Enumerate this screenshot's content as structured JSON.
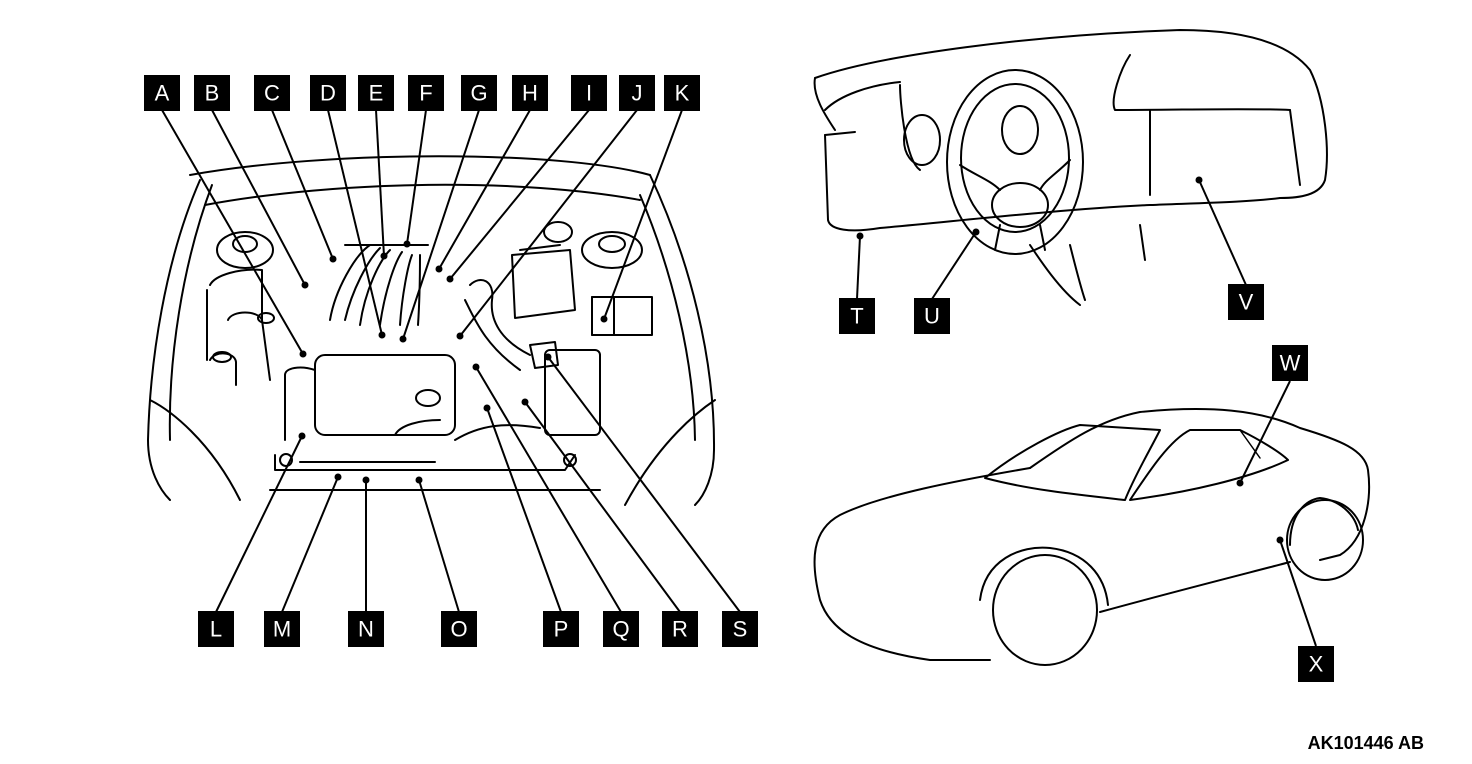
{
  "figure_id": "AK101446 AB",
  "labels": {
    "A": "A",
    "B": "B",
    "C": "C",
    "D": "D",
    "E": "E",
    "F": "F",
    "G": "G",
    "H": "H",
    "I": "I",
    "J": "J",
    "K": "K",
    "L": "L",
    "M": "M",
    "N": "N",
    "O": "O",
    "P": "P",
    "Q": "Q",
    "R": "R",
    "S": "S",
    "T": "T",
    "U": "U",
    "V": "V",
    "W": "W",
    "X": "X"
  },
  "colors": {
    "line": "#000000",
    "label_bg": "#000000",
    "label_text": "#ffffff",
    "background": "#ffffff"
  }
}
